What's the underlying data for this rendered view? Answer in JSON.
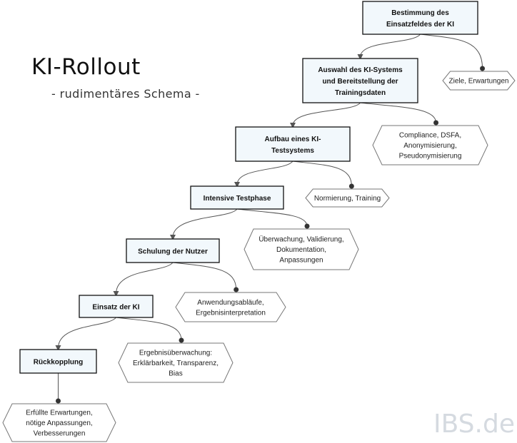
{
  "title": "KI-Rollout",
  "subtitle": "- rudimentäres Schema -",
  "watermark": "IBS.de",
  "colors": {
    "step_fill": "#f2f8fc",
    "step_border": "#111111",
    "note_border": "#777777",
    "connector": "#555555"
  },
  "steps": [
    {
      "id": "step-1",
      "lines": [
        "Bestimmung des",
        "Einsatzfeldes der KI"
      ]
    },
    {
      "id": "step-2",
      "lines": [
        "Auswahl des KI-Systems",
        "und Bereitstellung der",
        "Trainingsdaten"
      ]
    },
    {
      "id": "step-3",
      "lines": [
        "Aufbau eines KI-",
        "Testsystems"
      ]
    },
    {
      "id": "step-4",
      "lines": [
        "Intensive Testphase"
      ]
    },
    {
      "id": "step-5",
      "lines": [
        "Schulung der Nutzer"
      ]
    },
    {
      "id": "step-6",
      "lines": [
        "Einsatz der KI"
      ]
    },
    {
      "id": "step-7",
      "lines": [
        "Rückkopplung"
      ]
    }
  ],
  "notes": [
    {
      "id": "note-1",
      "lines": [
        "Ziele, Erwartungen"
      ]
    },
    {
      "id": "note-2",
      "lines": [
        "Compliance, DSFA,",
        "Anonymisierung,",
        "Pseudonymisierung"
      ]
    },
    {
      "id": "note-3",
      "lines": [
        "Normierung, Training"
      ]
    },
    {
      "id": "note-4",
      "lines": [
        "Überwachung, Validierung,",
        "Dokumentation,",
        "Anpassungen"
      ]
    },
    {
      "id": "note-5",
      "lines": [
        "Anwendungsabläufe,",
        "Ergebnisinterpretation"
      ]
    },
    {
      "id": "note-6",
      "lines": [
        "Ergebnisüberwachung:",
        "Erklärbarkeit, Transparenz,",
        "Bias"
      ]
    },
    {
      "id": "note-7",
      "lines": [
        "Erfüllte Erwartungen,",
        "nötige Anpassungen,",
        "Verbesserungen"
      ]
    }
  ]
}
